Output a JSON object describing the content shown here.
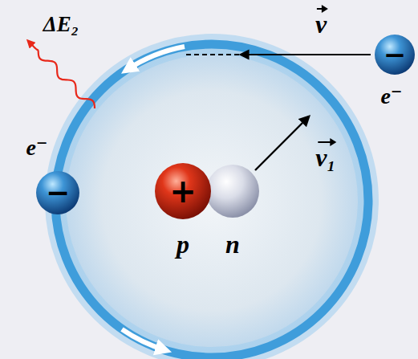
{
  "diagram": {
    "nodes": [
      {
        "text": [
          "+",
          "p"
        ]
      },
      {
        "text": [
          "n"
        ]
      },
      {
        "text": [
          "−",
          "e⁻"
        ]
      },
      {
        "text": [
          "−",
          "e⁻"
        ]
      }
    ],
    "labels": [
      "ΔE₂",
      "v",
      "v₁"
    ]
  }
}
